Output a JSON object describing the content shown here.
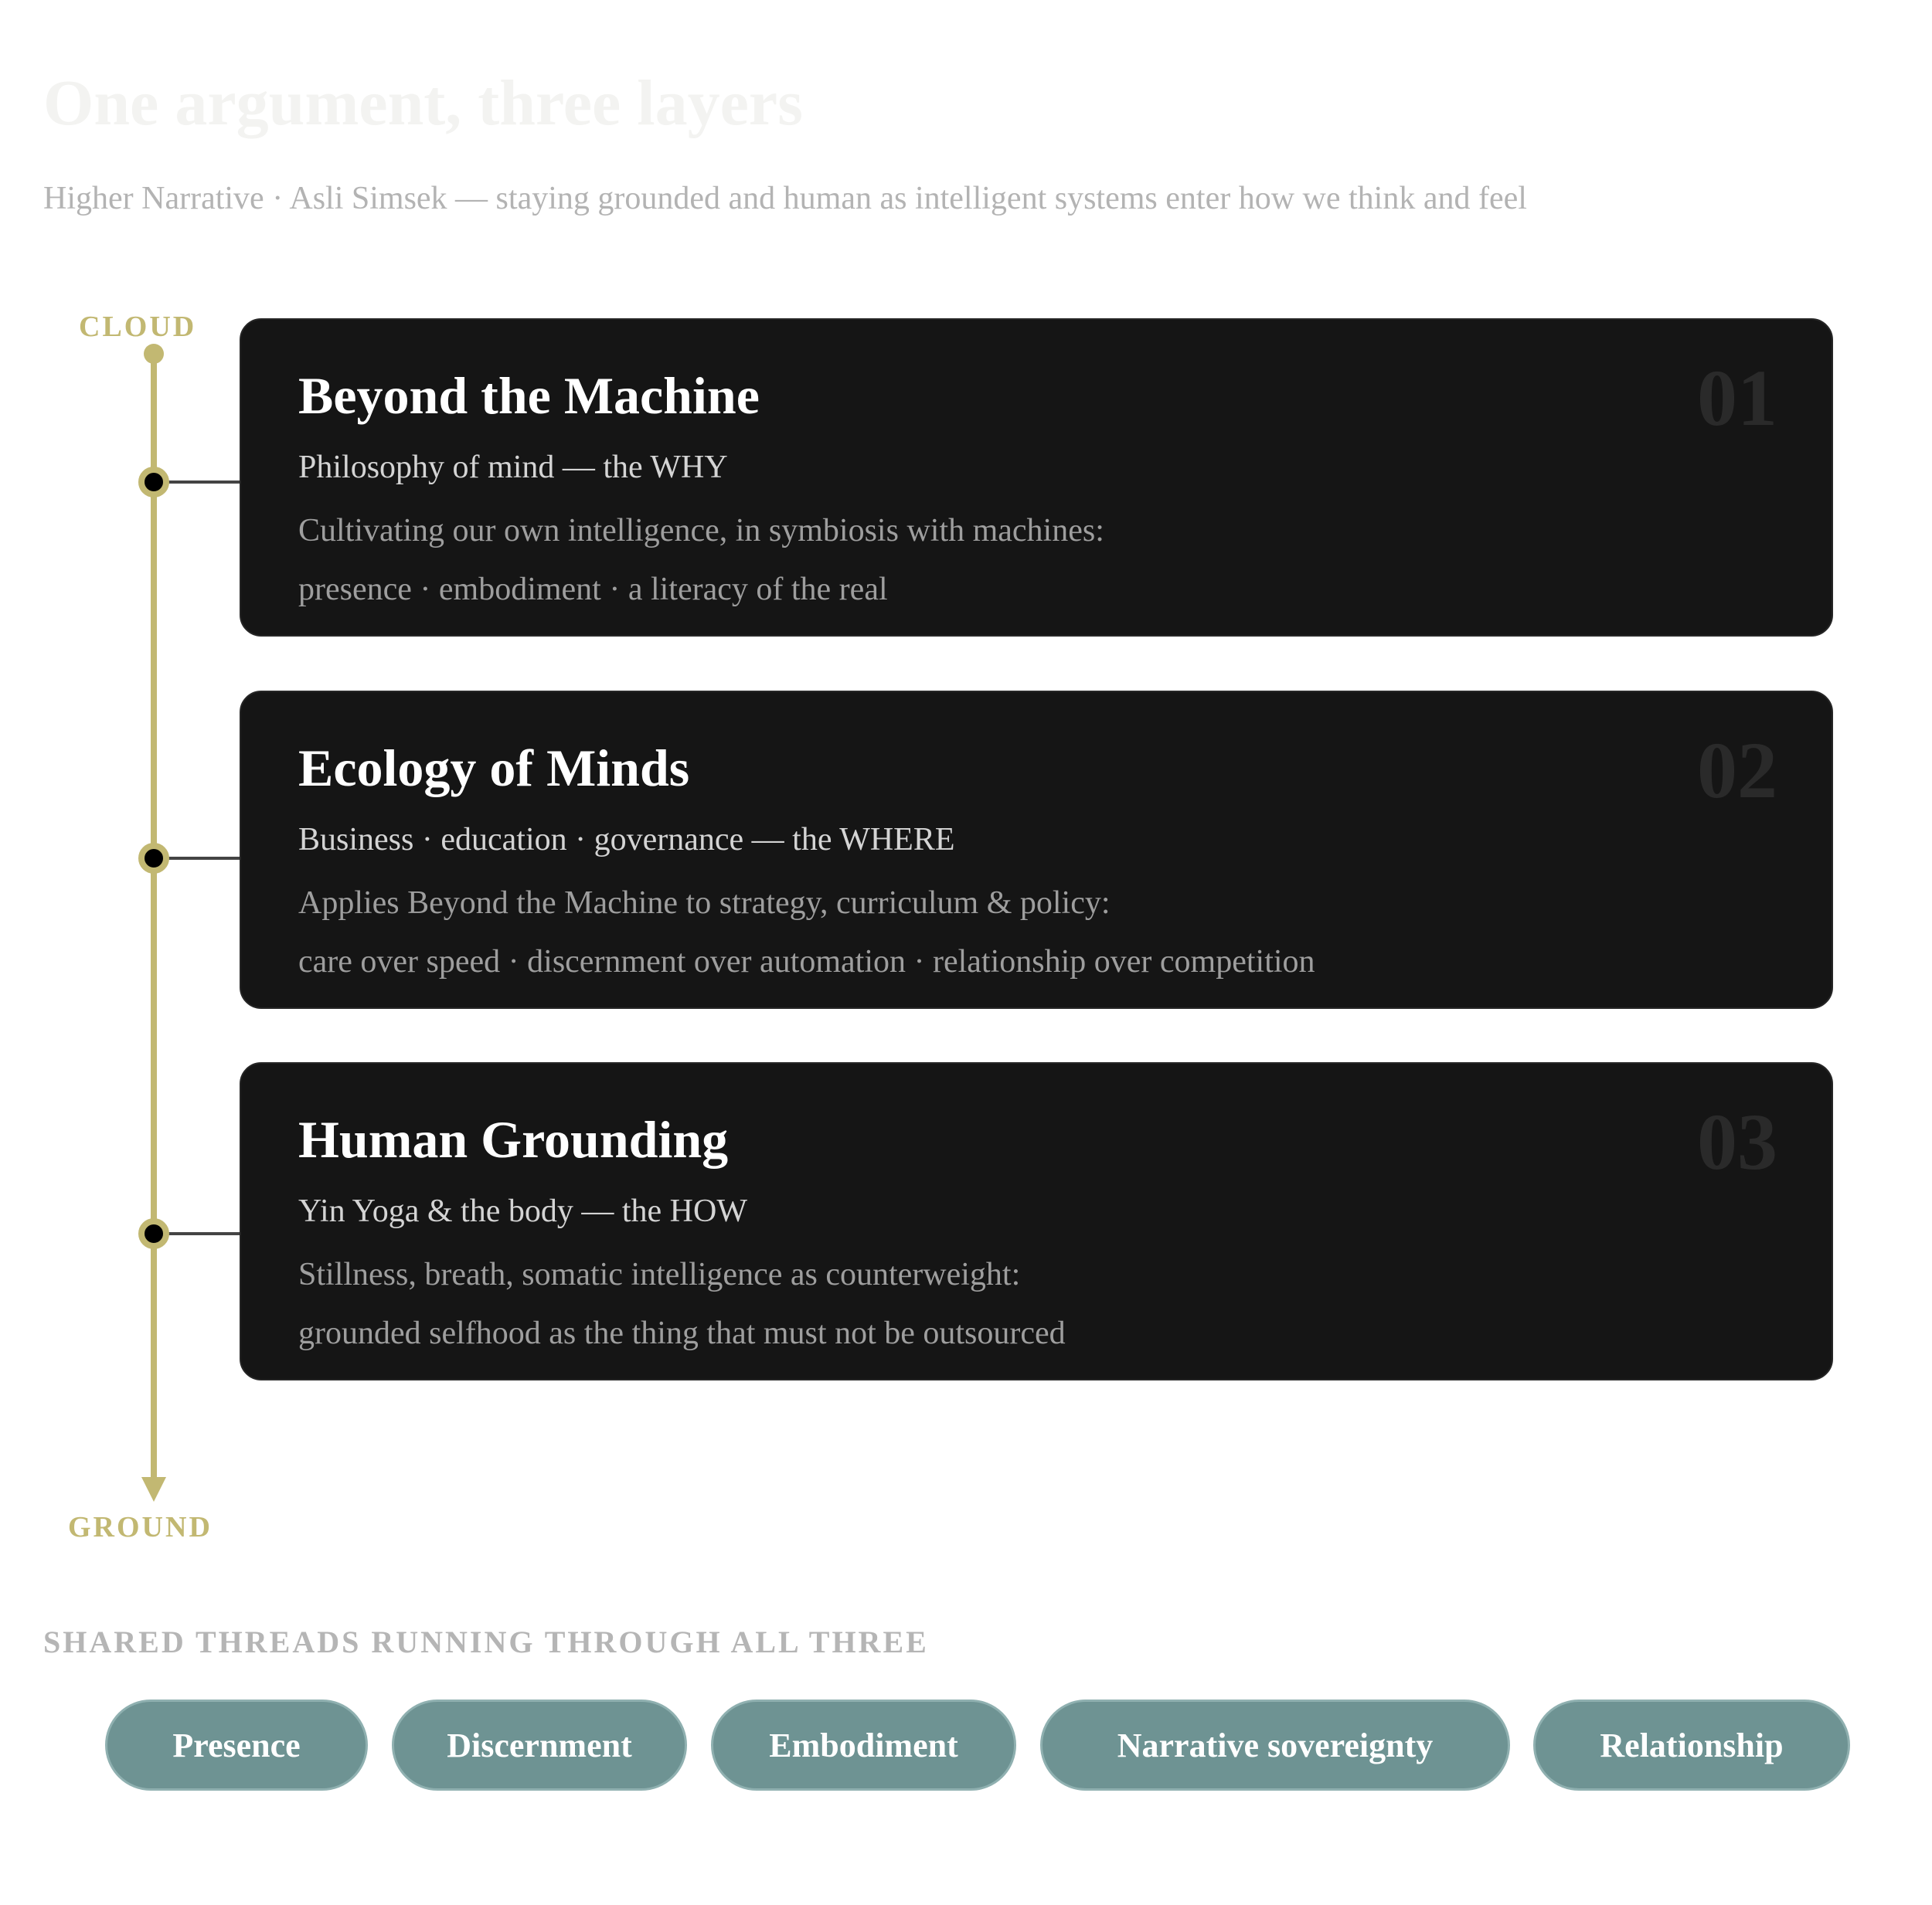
{
  "header": {
    "title": "One argument, three layers",
    "subtitle": "Higher Narrative · Asli Simsek — staying grounded and human as intelligent systems enter how we think and feel"
  },
  "axis": {
    "top_label": "CLOUD",
    "bottom_label": "GROUND"
  },
  "layers": [
    {
      "number": "01",
      "title": "Beyond the Machine",
      "subtitle": "Philosophy of mind — the WHY",
      "description_line1": "Cultivating our own intelligence, in symbiosis with machines:",
      "description_line2": "presence · embodiment · a literacy of the real"
    },
    {
      "number": "02",
      "title": "Ecology of Minds",
      "subtitle": "Business · education · governance — the WHERE",
      "description_line1": "Applies Beyond the Machine to strategy, curriculum & policy:",
      "description_line2": "care over speed · discernment over automation · relationship over competition"
    },
    {
      "number": "03",
      "title": "Human Grounding",
      "subtitle": "Yin Yoga & the body — the HOW",
      "description_line1": "Stillness, breath, somatic intelligence as counterweight:",
      "description_line2": "grounded selfhood as the thing that must not be outsourced"
    }
  ],
  "threads": {
    "heading": "SHARED THREADS RUNNING THROUGH ALL THREE",
    "items": [
      "Presence",
      "Discernment",
      "Embodiment",
      "Narrative sovereignty",
      "Relationship"
    ]
  },
  "colors": {
    "axis": "#c2b872",
    "card_background": "#151515",
    "pill_background": "#6e9393",
    "connector": "#444444",
    "node_fill": "#000000"
  }
}
